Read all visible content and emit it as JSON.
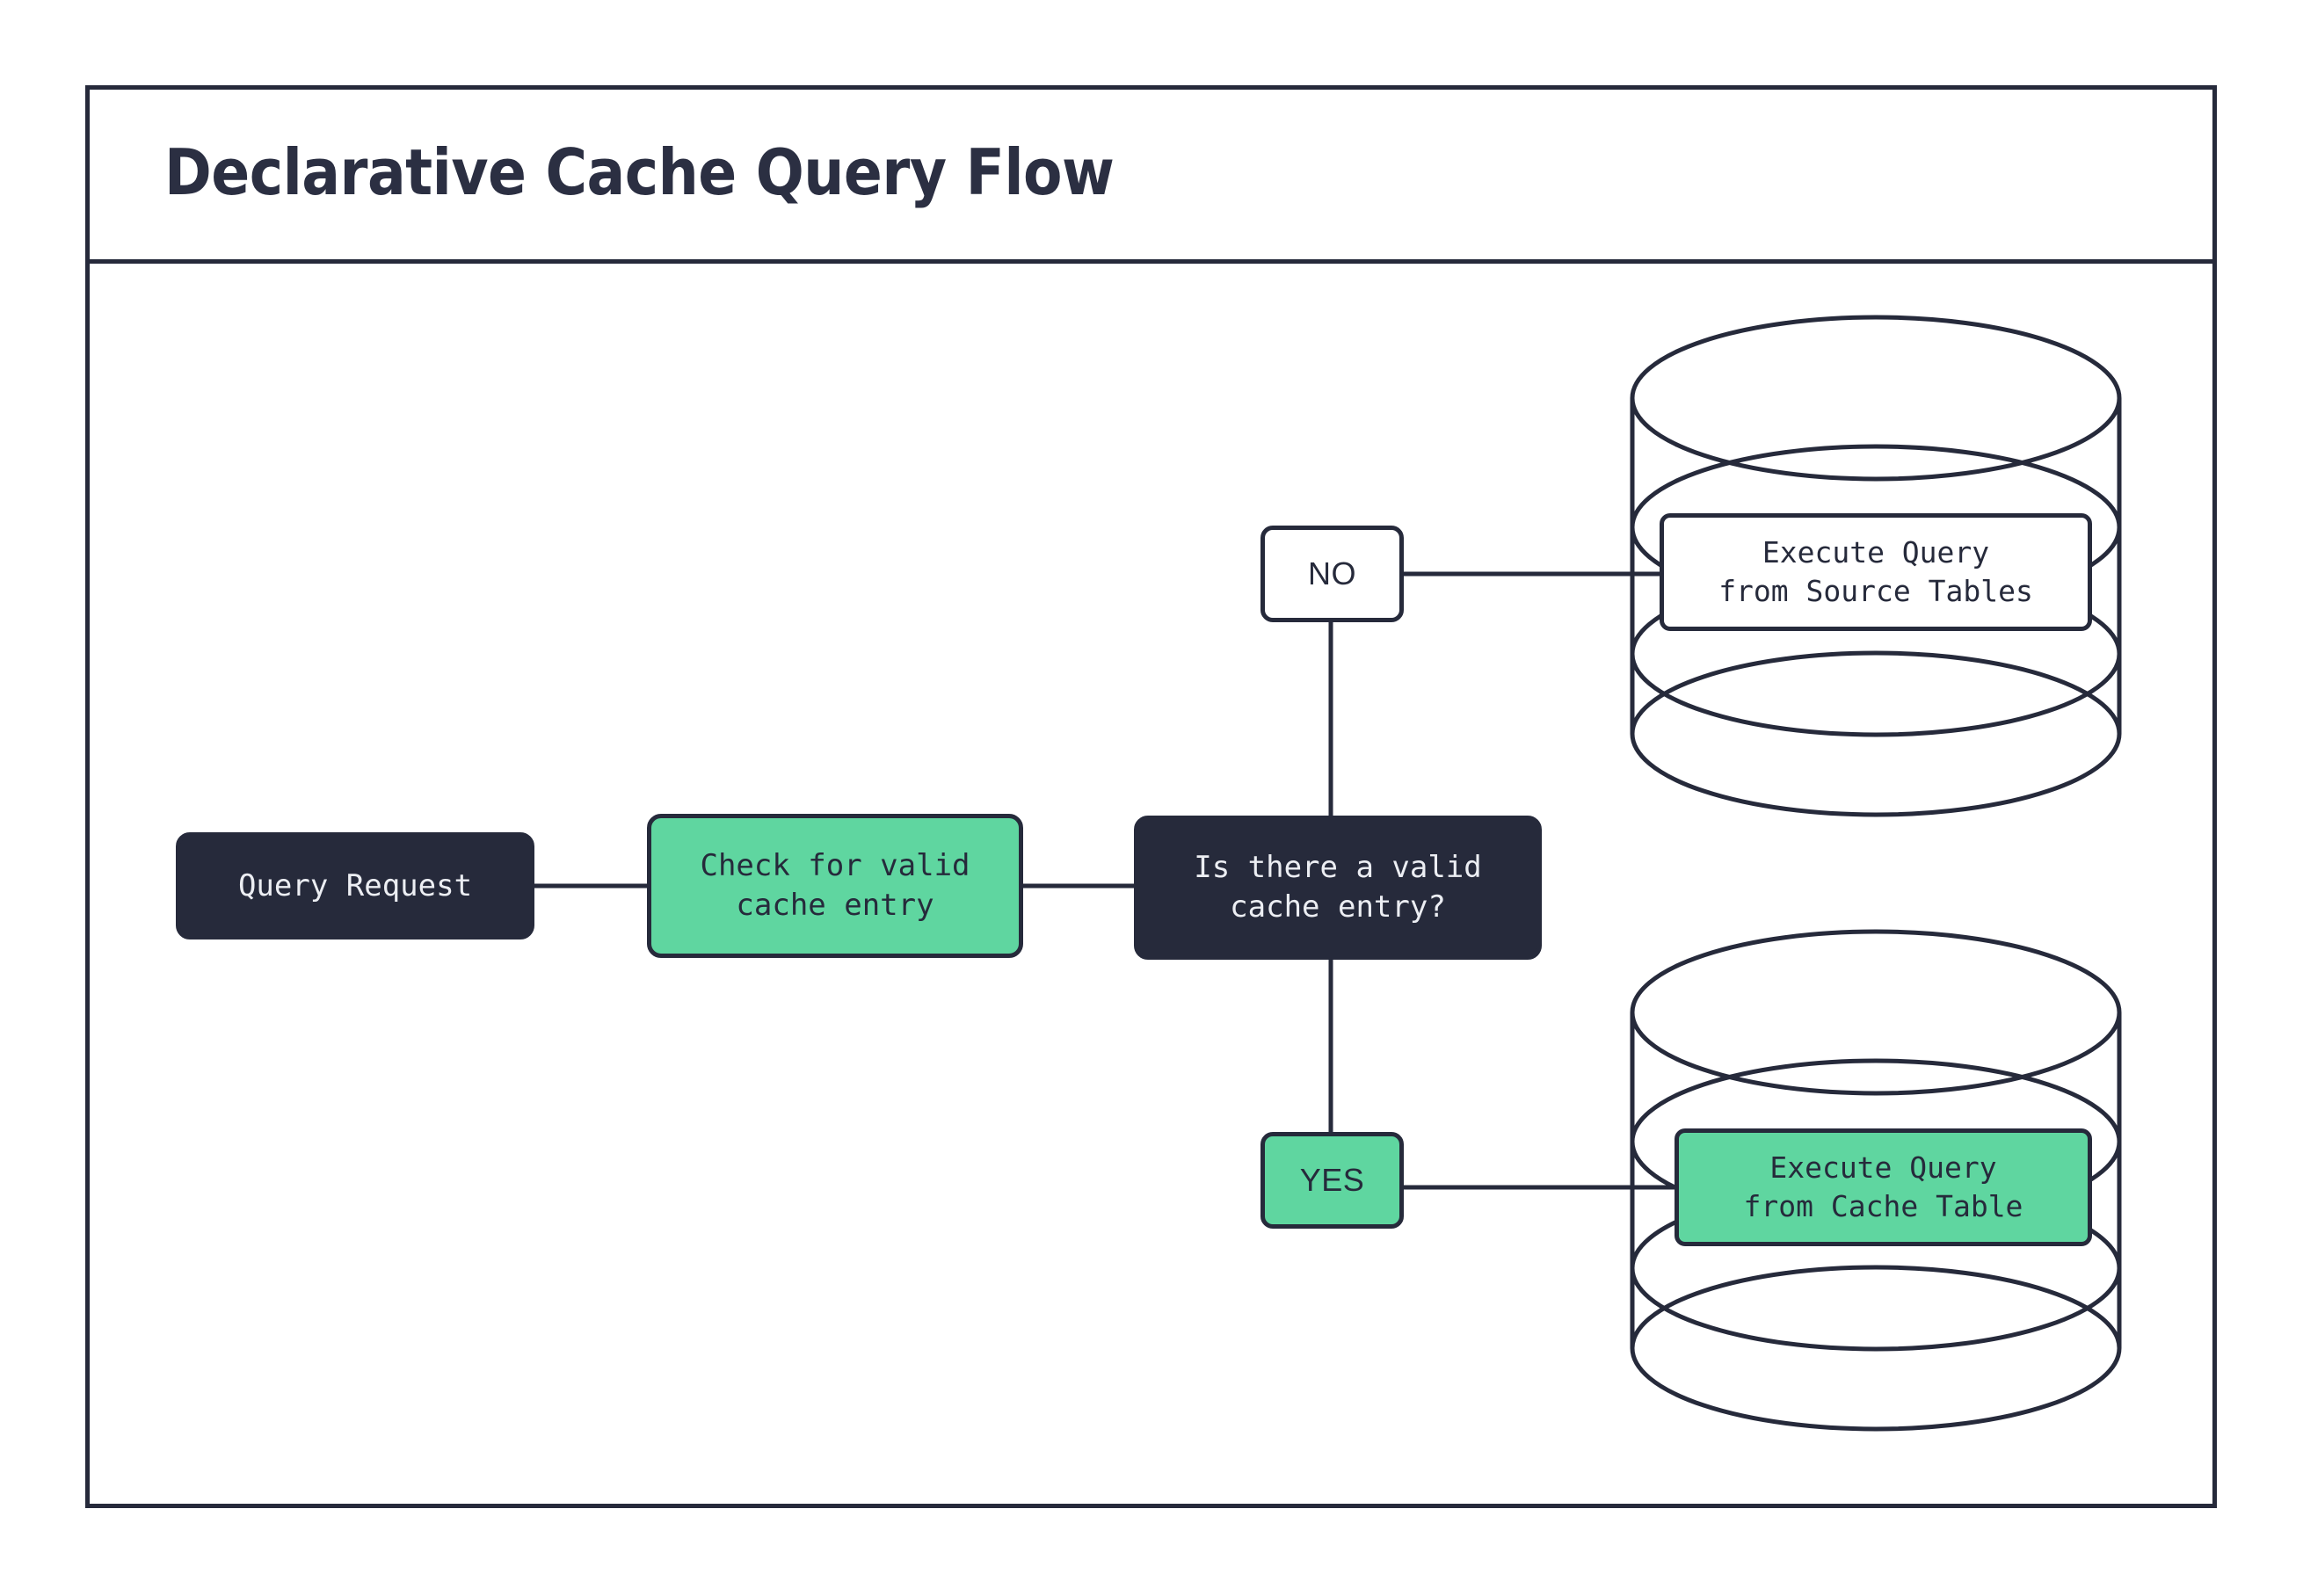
{
  "diagram": {
    "title": "Declarative Cache Query Flow",
    "frame": {
      "border_color": "#262a3b",
      "background": "#ffffff"
    },
    "palette": {
      "dark": "#262a3b",
      "green": "#5fd6a0",
      "white": "#ffffff",
      "light_text": "#eceef3",
      "title_text": "#2b2f42"
    },
    "nodes": [
      {
        "id": "query-request",
        "label": "Query Request",
        "shape": "rounded-rect",
        "fill": "#262a3b",
        "text_color": "#eceef3"
      },
      {
        "id": "check-cache",
        "label": "Check for valid\ncache entry",
        "shape": "rounded-rect",
        "fill": "#5fd6a0",
        "text_color": "#262a3b"
      },
      {
        "id": "decision",
        "label": "Is there a valid\ncache entry?",
        "shape": "rounded-rect",
        "fill": "#262a3b",
        "text_color": "#eceef3"
      },
      {
        "id": "exec-source",
        "label": "Execute Query\nfrom Source Tables",
        "shape": "rounded-rect-in-cylinder",
        "fill": "#ffffff",
        "text_color": "#262a3b"
      },
      {
        "id": "exec-cache",
        "label": "Execute Query\nfrom Cache Table",
        "shape": "rounded-rect-in-cylinder",
        "fill": "#5fd6a0",
        "text_color": "#262a3b"
      }
    ],
    "branch_labels": [
      {
        "id": "no",
        "label": "NO",
        "fill": "#ffffff"
      },
      {
        "id": "yes",
        "label": "YES",
        "fill": "#5fd6a0"
      }
    ],
    "cylinders": [
      {
        "id": "source-database",
        "name": "source-tables-database"
      },
      {
        "id": "cache-database",
        "name": "cache-table-database"
      }
    ],
    "edges": [
      {
        "from": "query-request",
        "to": "check-cache"
      },
      {
        "from": "check-cache",
        "to": "decision"
      },
      {
        "from": "decision",
        "to": "no",
        "label": "NO"
      },
      {
        "from": "no",
        "to": "exec-source"
      },
      {
        "from": "decision",
        "to": "yes",
        "label": "YES"
      },
      {
        "from": "yes",
        "to": "exec-cache"
      }
    ]
  }
}
